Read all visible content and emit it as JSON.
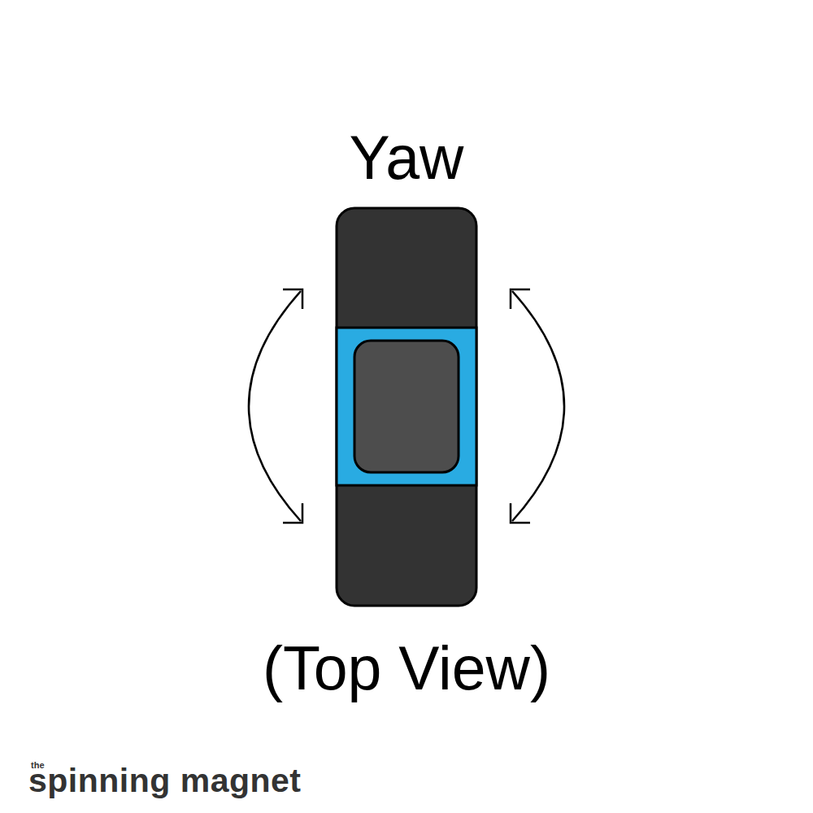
{
  "diagram": {
    "title": "Yaw",
    "caption": "(Top View)",
    "labels": [
      "the",
      "spinning magnet"
    ]
  }
}
